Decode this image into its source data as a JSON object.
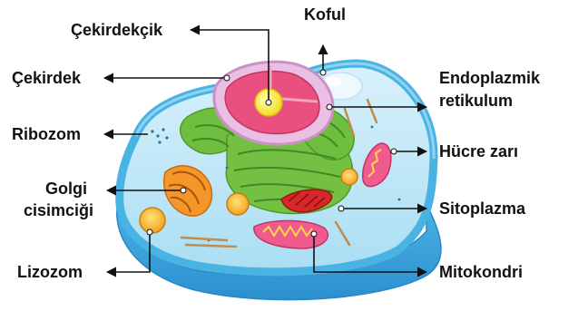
{
  "labels": {
    "cekirdekcik": "Çekirdekçik",
    "koful": "Koful",
    "cekirdek": "Çekirdek",
    "endoplazmik_1": "Endoplazmik",
    "endoplazmik_2": "retikulum",
    "ribozom": "Ribozom",
    "hucre_zari": "Hücre zarı",
    "golgi_1": "Golgi",
    "golgi_2": "cisimciği",
    "sitoplazma": "Sitoplazma",
    "lizozom": "Lizozom",
    "mitokondri": "Mitokondri"
  },
  "colors": {
    "membrane": "#49b3e3",
    "cytoplasm": "#bfe6f5",
    "nucleus": "#e94f7f",
    "nucleolus": "#fff04a",
    "er": "#74c043",
    "golgi": "#f5962b",
    "mitochondria": "#ee5b8c",
    "lysosome": "#f7b42b",
    "ribbon": "#d6282b"
  }
}
